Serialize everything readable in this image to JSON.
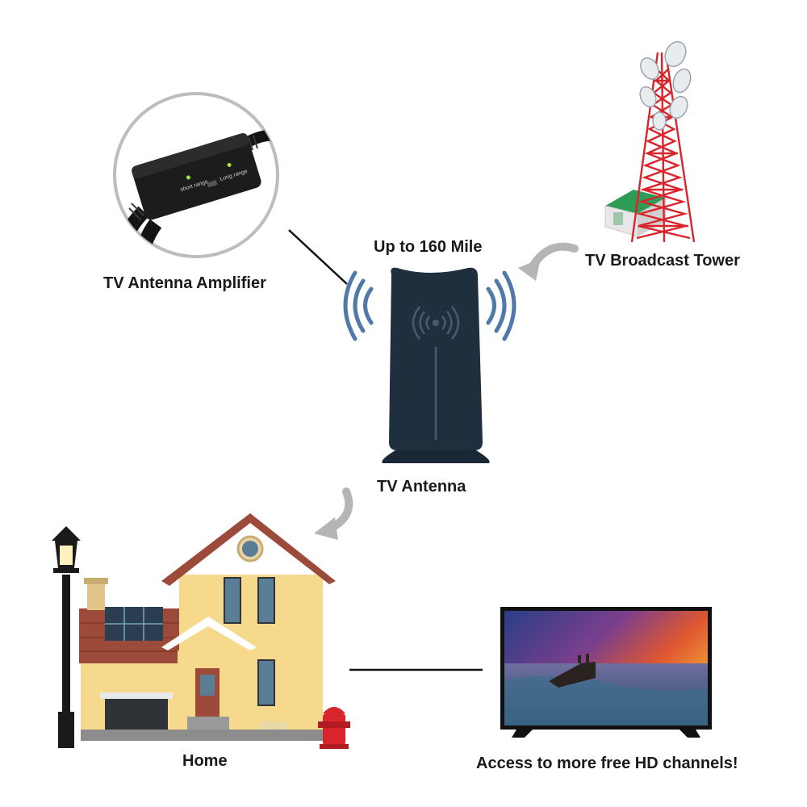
{
  "labels": {
    "amplifier": "TV Antenna Amplifier",
    "range": "Up to 160 Mile",
    "tower": "TV Broadcast Tower",
    "antenna": "TV Antenna",
    "home": "Home",
    "tv": "Access to more free HD channels!"
  },
  "amplifier_device": {
    "left_indicator": "short range",
    "right_indicator": "Long range"
  },
  "colors": {
    "antenna_body": "#1f2f3e",
    "signal_waves": "#4f79a8",
    "tower_red": "#d9242b",
    "arrow_gray": "#b5b5b5",
    "house_wall": "#f6d98c",
    "roof": "#8a3a2c"
  }
}
